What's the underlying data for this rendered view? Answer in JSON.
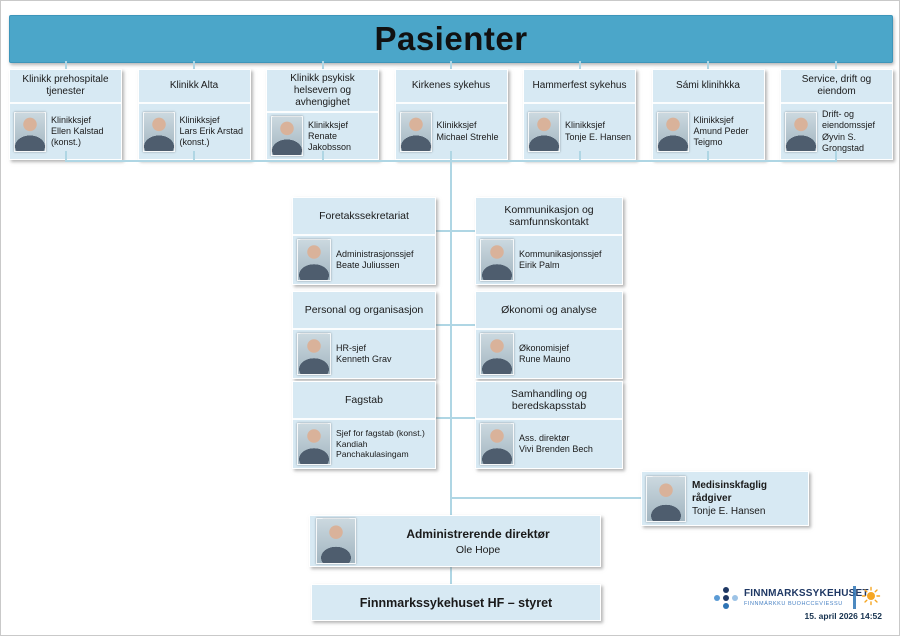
{
  "title": "Pasienter",
  "clinics": [
    {
      "unit": "Klinikk prehospitale tjenester",
      "role": "Klinikksjef",
      "person": "Ellen Kalstad (konst.)"
    },
    {
      "unit": "Klinikk Alta",
      "role": "Klinikksjef",
      "person": "Lars Erik Arstad (konst.)"
    },
    {
      "unit": "Klinikk psykisk helsevern og avhengighet",
      "role": "Klinikksjef",
      "person": "Renate Jakobsson"
    },
    {
      "unit": "Kirkenes sykehus",
      "role": "Klinikksjef",
      "person": "Michael Strehle"
    },
    {
      "unit": "Hammerfest sykehus",
      "role": "Klinikksjef",
      "person": "Tonje E. Hansen"
    },
    {
      "unit": "Sámi klinihkka",
      "role": "Klinikksjef",
      "person": "Amund Peder Teigmo"
    },
    {
      "unit": "Service, drift og eiendom",
      "role": "Drift- og eiendomssjef",
      "person": "Øyvin S. Grongstad"
    }
  ],
  "staff_left": [
    {
      "unit": "Foretakssekretariat",
      "role": "Administrasjonssjef",
      "person": "Beate Juliussen"
    },
    {
      "unit": "Personal og organisasjon",
      "role": "HR-sjef",
      "person": "Kenneth Grav"
    },
    {
      "unit": "Fagstab",
      "role": "Sjef for fagstab (konst.)",
      "person": "Kandiah Panchakulasingam"
    }
  ],
  "staff_right": [
    {
      "unit": "Kommunikasjon og samfunnskontakt",
      "role": "Kommunikasjonssjef",
      "person": "Eirik Palm"
    },
    {
      "unit": "Økonomi og analyse",
      "role": "Økonomisjef",
      "person": "Rune Mauno"
    },
    {
      "unit": "Samhandling og beredskapsstab",
      "role": "Ass. direktør",
      "person": "Vivi Brenden Bech"
    }
  ],
  "advisor": {
    "role": "Medisinskfaglig rådgiver",
    "person": "Tonje E. Hansen"
  },
  "director": {
    "role": "Administrerende direktør",
    "person": "Ole Hope"
  },
  "board": {
    "label": "Finnmarkssykehuset HF – styret"
  },
  "footer": {
    "logo_title": "FINNMARKSSYKEHUSET",
    "logo_subtitle": "FINNMÁRKKU BUOHCCEVIESSU",
    "timestamp": "15. april 2026 14:52"
  },
  "colors": {
    "banner": "#4BA6C9",
    "box_fill": "#D7E9F3",
    "connector": "#AFD6E4",
    "logo_navy": "#1F3864",
    "logo_blue": "#5B9BD5",
    "sun": "#F5A623"
  }
}
